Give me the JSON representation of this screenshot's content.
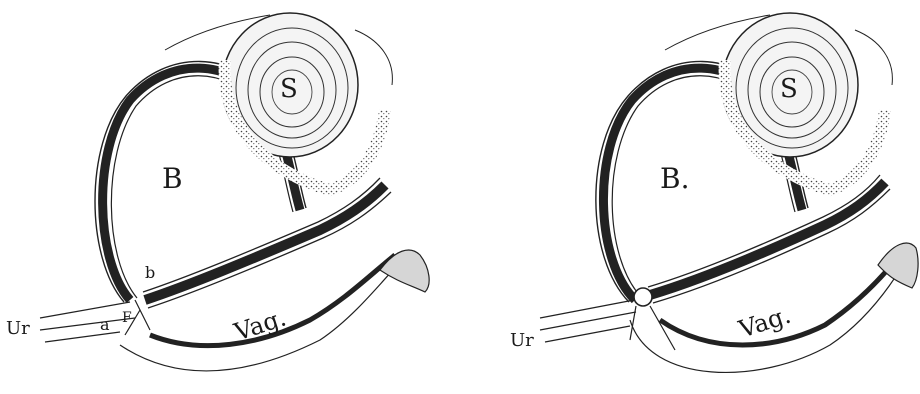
{
  "figures": [
    {
      "id": "left",
      "labels": {
        "bladder": "B",
        "mass": "S",
        "vagina": "Vag.",
        "urethra": "Ur",
        "point_a": "a",
        "point_b": "b",
        "point_f": "F"
      }
    },
    {
      "id": "right",
      "labels": {
        "bladder": "B.",
        "mass": "S",
        "vagina": "Vag.",
        "urethra": "Ur"
      }
    }
  ],
  "colors": {
    "ink": "#1a1a1a",
    "hatch": "#d6d6d6",
    "paper": "#ffffff"
  }
}
